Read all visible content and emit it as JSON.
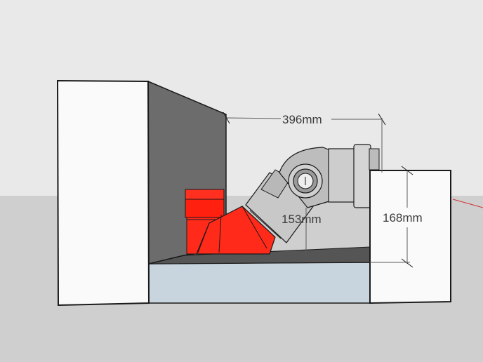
{
  "scene": {
    "sky_color": "#e9e9e9",
    "ground_color": "#cfcfcf",
    "wall_face_color": "#fafafa",
    "wall_side_color": "#6a6a6a",
    "floor_slab_color": "#c9d5de",
    "pipe_red": "#ff2a1a",
    "pipe_grey": "#c8c8c8",
    "edge_color": "#1a1a1a",
    "axis_color": "#d23030"
  },
  "dimensions": {
    "width_label": "396mm",
    "height_label": "168mm",
    "drop_label": "153mm"
  }
}
